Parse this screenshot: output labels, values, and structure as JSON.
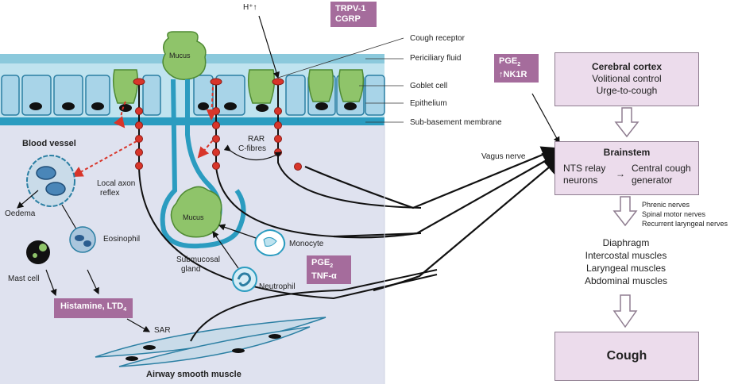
{
  "top_h": "H⁺↑",
  "tags": {
    "trpv": "TRPV-1",
    "cgrp": "CGRP",
    "pge_nk": [
      "PGE",
      "2",
      "↑NK1R"
    ],
    "pge_tnf": [
      "PGE",
      "2",
      "TNF-α"
    ],
    "histamine": [
      "Histamine, LTD",
      "4"
    ]
  },
  "tissue_labels": {
    "mucus_top": "Mucus",
    "mucus_gland": "Mucus",
    "cough_receptor": "Cough receptor",
    "periciliary": "Periciliary fluid",
    "goblet": "Goblet cell",
    "epithelium": "Epithelium",
    "sub_basement": "Sub-basement membrane",
    "blood_vessel": "Blood vessel",
    "local_axon": "Local axon",
    "reflex": "reflex",
    "oedema": "Oedema",
    "eosinophil": "Eosinophil",
    "mast_cell": "Mast cell",
    "rar": "RAR",
    "c_fibres": "C-fibres",
    "vagus": "Vagus nerve",
    "monocyte": "Monocyte",
    "neutrophil": "Neutrophil",
    "submucosal": "Submucosal",
    "gland": "gland",
    "sar": "SAR",
    "smooth_muscle": "Airway smooth muscle"
  },
  "cortex": {
    "title": "Cerebral cortex",
    "line1": "Volitional control",
    "line2": "Urge-to-cough"
  },
  "brainstem": {
    "title": "Brainstem",
    "nts1": "NTS relay",
    "nts2": "neurons",
    "arrow": "→",
    "gen1": "Central cough",
    "gen2": "generator"
  },
  "nerves": [
    "Phrenic nerves",
    "Spinal motor nerves",
    "Recurrent laryngeal nerves"
  ],
  "muscles": [
    "Diaphragm",
    "Intercostal muscles",
    "Laryngeal muscles",
    "Abdominal muscles"
  ],
  "cough": "Cough",
  "colors": {
    "tissue_bg": "#dfe2ef",
    "fluid": "#bfe3ef",
    "membrane": "#2b9cc0",
    "goblet": "#8fc46a",
    "nerve_node": "#d8352a",
    "tag": "#a56c9c",
    "box": "#ecdcec"
  }
}
